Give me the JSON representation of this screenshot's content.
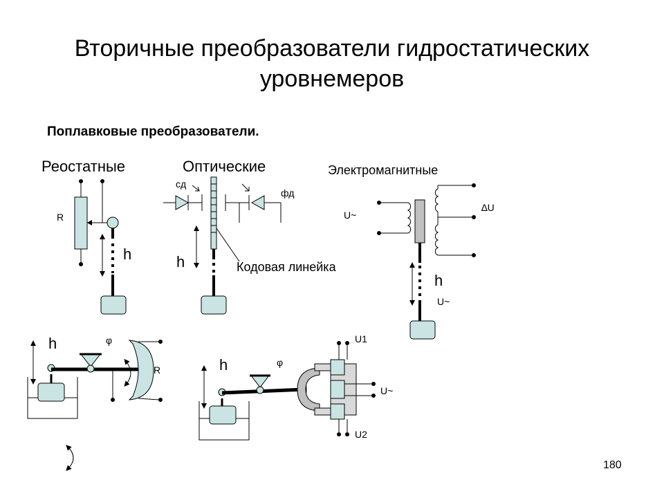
{
  "title": "Вторичные преобразователи гидростатических уровнемеров",
  "subtitle": "Поплавковые преобразователи.",
  "sections": {
    "rheostat": "Реостатные",
    "optical": "Оптические",
    "electromagnetic": "Электромагнитные"
  },
  "labels": {
    "R": "R",
    "R2": "R",
    "h": "h",
    "sd": "сд",
    "fd": "фд",
    "code_ruler": "Кодовая линейка",
    "u_tilde": "U~",
    "delta_u": "∆U",
    "phi": "φ",
    "u1": "U1",
    "u2": "U2"
  },
  "page_number": "180",
  "colors": {
    "fill": "#c9e4e3",
    "stroke": "#000000",
    "gray": "#c0c0c0"
  }
}
